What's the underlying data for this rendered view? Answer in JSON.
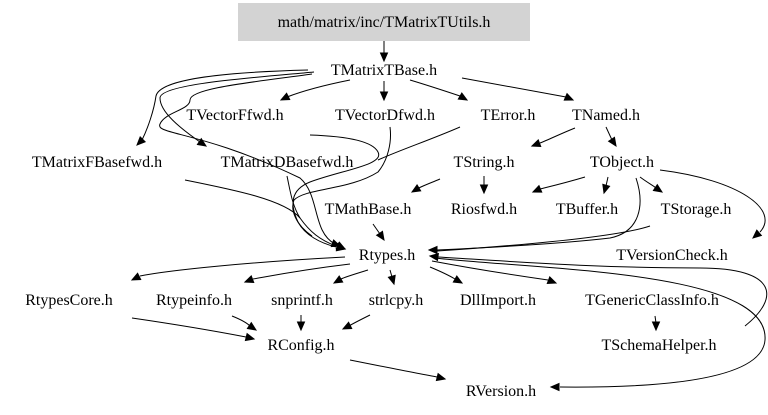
{
  "graph": {
    "root_label": "math/matrix/inc/TMatrixTUtils.h",
    "root_fill": "#d3d3d3",
    "edge_color": "#000000",
    "nodes": {
      "tmatrixtbase": "TMatrixTBase.h",
      "tvectorffwd": "TVectorFfwd.h",
      "tvectordfwd": "TVectorDfwd.h",
      "terror": "TError.h",
      "tnamed": "TNamed.h",
      "tmatrixfbasefwd": "TMatrixFBasefwd.h",
      "tmatrixdbasefwd": "TMatrixDBasefwd.h",
      "tstring": "TString.h",
      "tobject": "TObject.h",
      "tmathbase": "TMathBase.h",
      "riosfwd": "Riosfwd.h",
      "tbuffer": "TBuffer.h",
      "tstorage": "TStorage.h",
      "rtypes": "Rtypes.h",
      "tversioncheck": "TVersionCheck.h",
      "rtypescore": "RtypesCore.h",
      "rtypeinfo": "Rtypeinfo.h",
      "snprintf": "snprintf.h",
      "strlcpy": "strlcpy.h",
      "dllimport": "DllImport.h",
      "tgenericclassinfo": "TGenericClassInfo.h",
      "rconfig": "RConfig.h",
      "tschemahelper": "TSchemaHelper.h",
      "rversion": "RVersion.h"
    },
    "edges": [
      [
        "root",
        "tmatrixtbase"
      ],
      [
        "tmatrixtbase",
        "tvectorffwd"
      ],
      [
        "tmatrixtbase",
        "tvectordfwd"
      ],
      [
        "tmatrixtbase",
        "terror"
      ],
      [
        "tmatrixtbase",
        "tnamed"
      ],
      [
        "tmatrixtbase",
        "tmatrixfbasefwd"
      ],
      [
        "tmatrixtbase",
        "tmatrixdbasefwd"
      ],
      [
        "tmatrixtbase",
        "rtypes"
      ],
      [
        "tvectorffwd",
        "rtypes"
      ],
      [
        "tvectordfwd",
        "rtypes"
      ],
      [
        "terror",
        "rtypes"
      ],
      [
        "tmatrixfbasefwd",
        "rtypes"
      ],
      [
        "tmatrixdbasefwd",
        "rtypes"
      ],
      [
        "tnamed",
        "tstring"
      ],
      [
        "tnamed",
        "tobject"
      ],
      [
        "tstring",
        "tmathbase"
      ],
      [
        "tstring",
        "riosfwd"
      ],
      [
        "tobject",
        "riosfwd"
      ],
      [
        "tobject",
        "tbuffer"
      ],
      [
        "tobject",
        "tstorage"
      ],
      [
        "tobject",
        "tversioncheck"
      ],
      [
        "tobject",
        "rtypes"
      ],
      [
        "tmathbase",
        "rtypes"
      ],
      [
        "tstorage",
        "rtypes"
      ],
      [
        "tversioncheck",
        "rtypes"
      ],
      [
        "rtypes",
        "rtypescore"
      ],
      [
        "rtypes",
        "rtypeinfo"
      ],
      [
        "rtypes",
        "snprintf"
      ],
      [
        "rtypes",
        "strlcpy"
      ],
      [
        "rtypes",
        "dllimport"
      ],
      [
        "rtypes",
        "tgenericclassinfo"
      ],
      [
        "rtypes",
        "rversion"
      ],
      [
        "rtypescore",
        "rconfig"
      ],
      [
        "rtypeinfo",
        "rconfig"
      ],
      [
        "snprintf",
        "rconfig"
      ],
      [
        "strlcpy",
        "rconfig"
      ],
      [
        "rconfig",
        "rversion"
      ],
      [
        "tgenericclassinfo",
        "tschemahelper"
      ]
    ]
  }
}
